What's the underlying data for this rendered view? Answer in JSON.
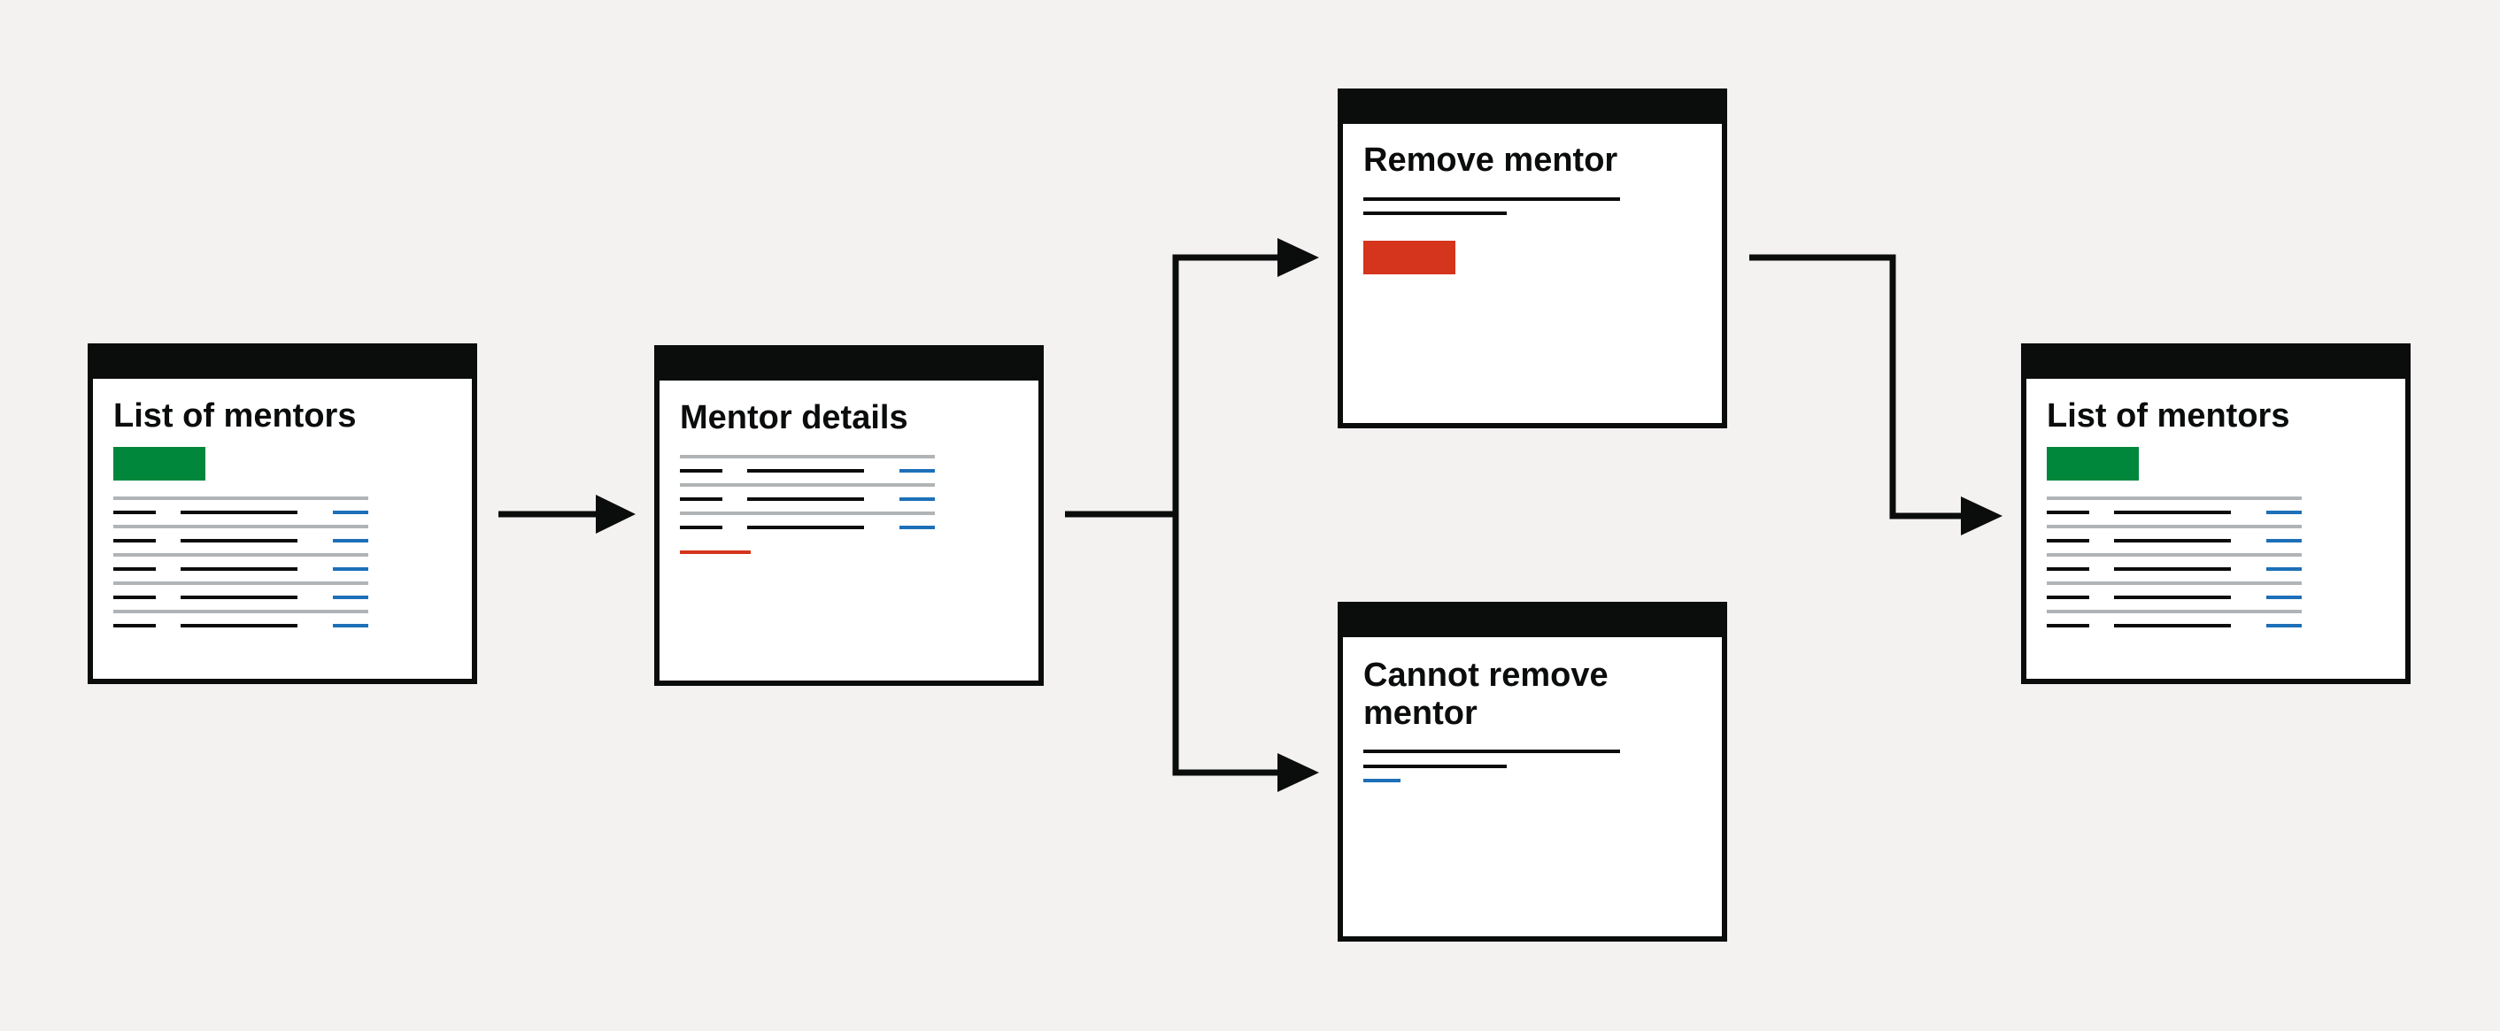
{
  "screens": [
    {
      "id": "list-1",
      "title": "List of mentors",
      "button": {
        "color": "#00873c"
      },
      "rows": 5
    },
    {
      "id": "details",
      "title": "Mentor details",
      "rows": 3,
      "link": {
        "color": "#d4351c"
      }
    },
    {
      "id": "remove",
      "title": "Remove mentor",
      "button": {
        "color": "#d4351c"
      }
    },
    {
      "id": "cannot-remove",
      "title_lines": [
        "Cannot remove",
        "mentor"
      ],
      "link": {
        "color": "#1d70b8"
      }
    },
    {
      "id": "list-2",
      "title": "List of mentors",
      "button": {
        "color": "#00873c"
      },
      "rows": 5
    }
  ],
  "colors": {
    "background": "#f3f2f1",
    "frame": "#0b0c0c",
    "page": "#ffffff",
    "text_line": "#0b0c0c",
    "divider": "#b1b4b6",
    "link_line": "#1d70b8"
  }
}
